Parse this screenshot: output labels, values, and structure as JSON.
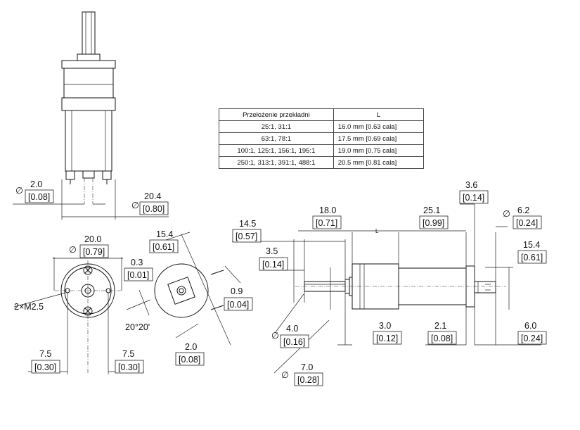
{
  "table": {
    "header": [
      "Przełożenie przekładni",
      "L"
    ],
    "rows": [
      [
        "25:1, 31:1",
        "16.0 mm [0.63 cala]"
      ],
      [
        "63:1, 78:1",
        "17.5 mm [0.69 cala]"
      ],
      [
        "100:1, 125:1, 156:1, 195:1",
        "19.0 mm [0.75 cala]"
      ],
      [
        "250:1, 313:1, 391:1, 488:1",
        "20.5 mm [0.81 cala]"
      ]
    ]
  },
  "dims": {
    "side_top_dia": {
      "mm": "2.0",
      "in": "[0.08]"
    },
    "side_top_width": {
      "mm": "20.4",
      "in": "[0.80]"
    },
    "front_dia": {
      "mm": "20.0",
      "in": "[0.79]"
    },
    "screw": "2×M2.5",
    "hole_left": {
      "mm": "7.5",
      "in": "[0.30]"
    },
    "hole_right": {
      "mm": "7.5",
      "in": "[0.30]"
    },
    "rear_width": {
      "mm": "15.4",
      "in": "[0.61]"
    },
    "rear_offset": {
      "mm": "0.3",
      "in": "[0.01]"
    },
    "rear_angle": "20°20'",
    "rear_tab": {
      "mm": "2.0",
      "in": "[0.08]"
    },
    "rear_09": {
      "mm": "0.9",
      "in": "[0.04]"
    },
    "len_145": {
      "mm": "14.5",
      "in": "[0.57]"
    },
    "len_180": {
      "mm": "18.0",
      "in": "[0.71]"
    },
    "len_251": {
      "mm": "25.1",
      "in": "[0.99]"
    },
    "len_36": {
      "mm": "3.6",
      "in": "[0.14]"
    },
    "dia_62": {
      "mm": "6.2",
      "in": "[0.24]"
    },
    "len_154": {
      "mm": "15.4",
      "in": "[0.61]"
    },
    "len_35": {
      "mm": "3.5",
      "in": "[0.14]"
    },
    "dia_40": {
      "mm": "4.0",
      "in": "[0.16]"
    },
    "len_30": {
      "mm": "3.0",
      "in": "[0.12]"
    },
    "len_21": {
      "mm": "2.1",
      "in": "[0.08]"
    },
    "len_60": {
      "mm": "6.0",
      "in": "[0.24]"
    },
    "dia_70": {
      "mm": "7.0",
      "in": "[0.28]"
    },
    "l_marker": "L"
  },
  "symbols": {
    "diameter": "∅"
  }
}
